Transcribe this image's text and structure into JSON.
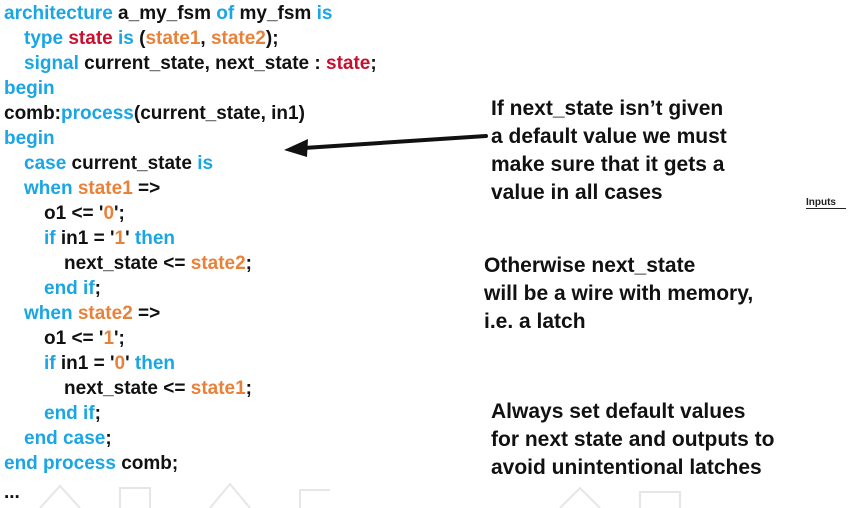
{
  "code": {
    "lines": [
      [
        "architecture",
        " a_my_fsm ",
        "of",
        " my_fsm ",
        "is"
      ],
      [
        "type",
        " ",
        "state",
        " ",
        "is",
        " (",
        "state1",
        ", ",
        "state2",
        ");"
      ],
      [
        "signal",
        " current_state, next_state : ",
        "state",
        ";"
      ],
      [
        "begin"
      ],
      [
        "comb:",
        "process",
        "(current_state, in1)"
      ],
      [
        "begin"
      ],
      [
        "case",
        " current_state ",
        "is"
      ],
      [
        "when",
        " ",
        "state1",
        " =>"
      ],
      [
        "o1 <= '",
        "0",
        "';"
      ],
      [
        "if",
        " in1 = '",
        "1",
        "' ",
        "then"
      ],
      [
        "next_state <= ",
        "state2",
        ";"
      ],
      [
        "end if",
        ";"
      ],
      [
        "when",
        " ",
        "state2",
        " =>"
      ],
      [
        "o1 <= '",
        "1",
        "';"
      ],
      [
        "if",
        " in1 = '",
        "0",
        "' ",
        "then"
      ],
      [
        "next_state <= ",
        "state1",
        ";"
      ],
      [
        "end if",
        ";"
      ],
      [
        "end case",
        ";"
      ],
      [
        "end process",
        " comb;"
      ]
    ],
    "ellipsis": "..."
  },
  "notes": {
    "default_value": [
      "If next_state isn’t given",
      "a default value we must",
      "make sure that it gets a",
      "value in all cases"
    ],
    "latch": [
      "Otherwise next_state",
      "will be a wire with memory,",
      "i.e. a latch"
    ],
    "always_set": [
      "Always set default values",
      "for next state and outputs to",
      "avoid unintentional latches"
    ]
  },
  "inputs_label": "Inputs",
  "colors": {
    "keyword": "#1aa6e4",
    "type": "#c8102e",
    "value": "#e8823a",
    "text": "#111111"
  }
}
